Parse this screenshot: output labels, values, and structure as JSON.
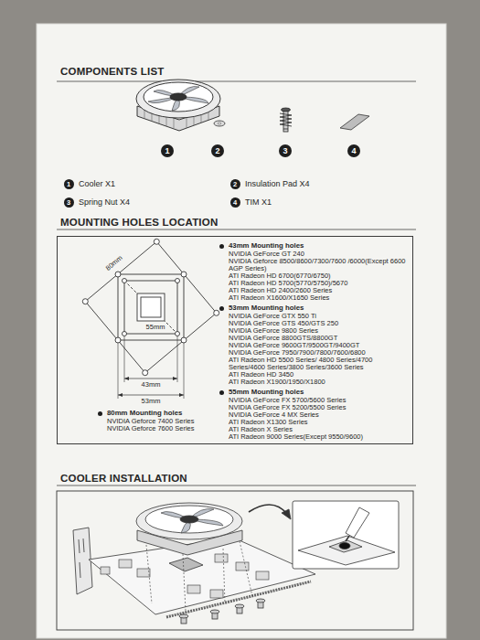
{
  "diagram": {
    "nodes": [
      {
        "text": [
          "80mm",
          "55mm",
          "43mm",
          "53mm",
          "43mm Mounting holes",
          "NVIDIA GeForce GT 240",
          "NVIDIA Geforce 8500/8600/7300/7600 /6000(Except 6600 AGP Series)",
          "ATI Radeon HD 6700(6770/6750)",
          "ATI Radeon HD 5700(5770/5750)/5670",
          "ATI Radeon HD 2400/2600 Series",
          "ATI Radeon X1600/X1650 Series",
          "53mm Mounting holes",
          "NVIDIA GeForce GTX 550 Ti",
          "NVIDIA GeForce GTS 450/GTS 250",
          "NVIDIA GeForce 9800 Series",
          "NVIDIA GeForce 8800GTS/8800GT",
          "NVIDIA GeForce 9600GT/9500GT/9400GT",
          "NVIDIA GeForce 7950/7900/7800/7600/6800",
          "ATI Radeon HD 5500 Series/ 4800 Series/4700 Series/4600 Series/3800 Series/3600 Series",
          "ATI Radeon HD 3450",
          "ATI Radeon X1900/1950/X1800",
          "55mm Mounting holes",
          "NVIDIA GeForce FX 5700/5600 Series",
          "NVIDIA GeForce FX 5200/5500 Series",
          "NVIDIA GeForce 4 MX Series",
          "ATI Radeon X1300 Series",
          "ATI Radeon X Series",
          "ATI Radeon 9000 Series(Except 9550/9600)",
          "80mm Mounting holes",
          "NVIDIA Geforce 7400 Series",
          "NVIDIA Geforce 7600 Series"
        ]
      }
    ],
    "labels": [
      "COMPONENTS LIST",
      "1",
      "2",
      "3",
      "4",
      "1",
      "Cooler X1",
      "2",
      "Insulation Pad X4",
      "3",
      "Spring Nut X4",
      "4",
      "TIM X1",
      "MOUNTING HOLES LOCATION",
      "COOLER INSTALLATION"
    ]
  }
}
